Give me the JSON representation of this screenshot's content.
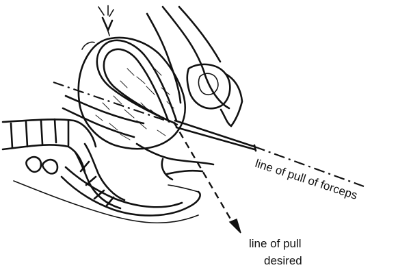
{
  "labels": {
    "forceps_line": "line of pull of forceps",
    "desired_line_1": "line of pull",
    "desired_line_2": "desired"
  },
  "colors": {
    "ink": "#111111",
    "background": "#ffffff"
  }
}
